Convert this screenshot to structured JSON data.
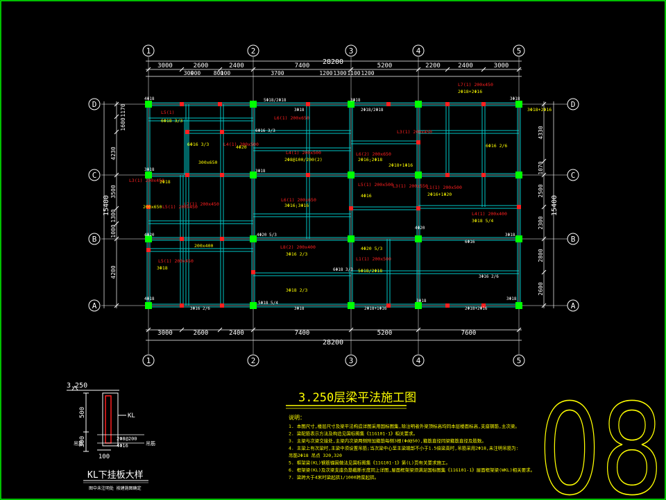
{
  "sheet": {
    "title": "3.250层梁平法施工图",
    "sheet_number": "08",
    "colors": {
      "background": "#000000",
      "frame": "#00ff00",
      "grid_line": "#ffffff",
      "dim_line": "#ffffff",
      "beam": "#00c8c8",
      "column": "#00ff00",
      "column_red": "#ff2020",
      "annotation": "#ffff00",
      "annotation_red": "#ff2020",
      "sheet_number": "#ffff00"
    }
  },
  "axes": {
    "columns": [
      "1",
      "2",
      "3",
      "4",
      "5"
    ],
    "rows": [
      "D",
      "C",
      "B",
      "A"
    ]
  },
  "dimensions": {
    "total_top": "28200",
    "total_bottom": "28200",
    "top_segments": [
      "3000",
      "2600",
      "2400",
      "7400",
      "5200",
      "2200",
      "2400",
      "3000"
    ],
    "bottom_segments": [
      "3000",
      "2600",
      "2400",
      "7400",
      "5200",
      "7600"
    ],
    "inner_top": [
      "300",
      "900",
      "800",
      "100",
      "3700",
      "1200",
      "1300",
      "1100",
      "1200"
    ],
    "left_total": "15400",
    "left_segments": [
      "1170",
      "1600",
      "4230",
      "3500",
      "1300",
      "1000",
      "4200"
    ],
    "right_total": "15400",
    "right_segments": [
      "4330",
      "1070",
      "2500",
      "2300",
      "2800",
      "2600"
    ]
  },
  "beam_labels": {
    "red": [
      "L5(1)",
      "L6(1) 200x650",
      "L4(1) 200x500",
      "L6(2) 200x650",
      "L5(1) 200x500",
      "L3(1) 200x550",
      "L3(1) 200x450",
      "L6(1) 200x650",
      "L4(1) 200x500",
      "L5(1) 200x450",
      "L3(1) 200x450",
      "L2(1) 200x450",
      "L1(1) 200x500",
      "L7(1) 200x450",
      "L4(1) 200x400",
      "L8(2) 200x400",
      "L1(1) 200x500",
      "L5(1) 200x450"
    ],
    "yellow": [
      "2Φ8@100/200(2)",
      "3Φ16;3Φ16",
      "2Φ16;2Φ18",
      "3Φ18",
      "2Φ18",
      "4Φ20",
      "4Φ16",
      "2Φ18+2Φ16",
      "3Φ16 2/3",
      "6Φ16 3/3",
      "5Φ18/2Φ18",
      "4Φ20 5/3",
      "3Φ18 5/4",
      "6Φ18 3/3",
      "2Φ16+1Φ20",
      "6Φ16 2/6",
      "3Φ18 2/3",
      "3Φ18+2Φ16",
      "2Φ18+1Φ16",
      "200x400",
      "200x650",
      "300x650"
    ]
  },
  "detail": {
    "level": "3.250",
    "label_kl": "KL",
    "dim_500": "500",
    "dim_300": "300",
    "dim_100": "100",
    "rebar_1": "2Φ8@200",
    "rebar_2": "4Φ16",
    "note_left": "吊筋",
    "note_right": "吊筋",
    "title": "KL下挂板大样",
    "subtitle": "图中未注明处 按建施图确定"
  },
  "notes": {
    "heading": "说明：",
    "items": [
      "1. 本图尺寸,楼层尺寸及梁平法构造详图采用国标图集,除注明者外梁顶标高均同本层楼面标高,支座钢筋,主次梁。",
      "2. 梁配筋表示方法及构造见国标图集《11G101-1》相关要求。",
      "3. 主梁与次梁交接处,主梁内次梁两侧附加箍筋每侧3根(Φd@50),箍筋直径同梁箍筋直径及肢数。",
      "4. 主梁上有次梁时,主梁中须设置吊筋;当次梁中心至主梁端部不小于1.5倍梁高时,吊筋采用2Φ18,未注明吊筋为:",
      "   吊筋2Φ18 吊点 320,320",
      "5. 框架梁(KL)钢筋锚固做法见国标图集《11G101-1》第(L)页有关要求施工。",
      "6. 框架梁(KL)及次梁支座负筋截断长度同上详图,屋面框架梁须满足国标图集《11G101-1》屋面框架梁(WKL)相关要求。",
      "7. 梁跨大于4米时梁起拱1/1000跨度起拱。"
    ]
  }
}
